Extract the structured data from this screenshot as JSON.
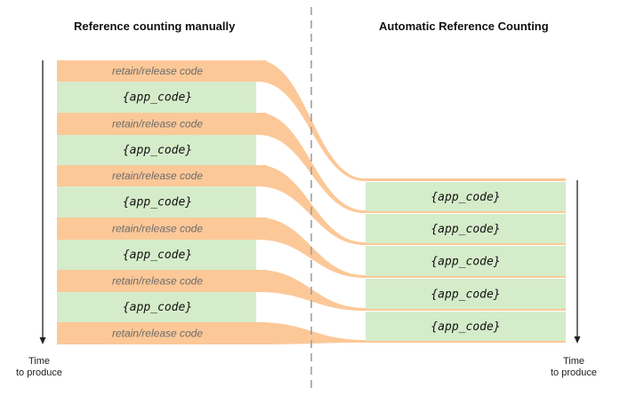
{
  "titles": {
    "left": "Reference counting manually",
    "right": "Automatic Reference Counting"
  },
  "time_label": {
    "line1": "Time",
    "line2": "to produce"
  },
  "left_blocks": [
    "retain/release code",
    "{app_code}",
    "retain/release code",
    "{app_code}",
    "retain/release code",
    "{app_code}",
    "retain/release code",
    "{app_code}",
    "retain/release code",
    "{app_code}",
    "retain/release code"
  ],
  "right_blocks": [
    "{app_code}",
    "{app_code}",
    "{app_code}",
    "{app_code}",
    "{app_code}"
  ],
  "colors": {
    "retain_release": "#fcc898",
    "app_code": "#d5ecca",
    "divider": "#9a9a9a",
    "arrow": "#222222"
  }
}
